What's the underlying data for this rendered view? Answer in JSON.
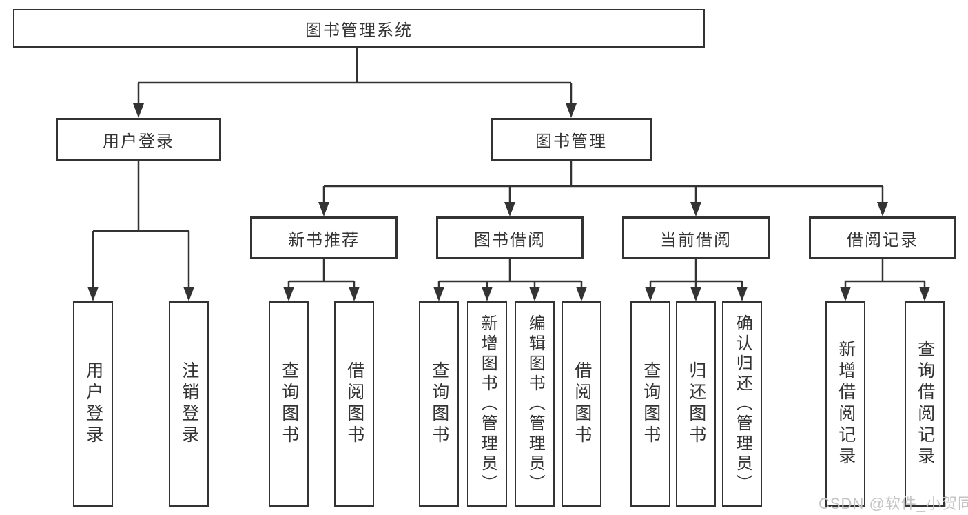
{
  "title": "图书管理系统",
  "branches": {
    "user": {
      "label": "用户登录",
      "children": [
        {
          "label": "用户登录"
        },
        {
          "label": "注销登录"
        }
      ]
    },
    "mgmt": {
      "label": "图书管理",
      "sections": [
        {
          "label": "新书推荐",
          "children": [
            {
              "label": "查询图书"
            },
            {
              "label": "借阅图书"
            }
          ]
        },
        {
          "label": "图书借阅",
          "children": [
            {
              "label": "查询图书"
            },
            {
              "label": "新增图书（管理员）"
            },
            {
              "label": "编辑图书（管理员）"
            },
            {
              "label": "借阅图书"
            }
          ]
        },
        {
          "label": "当前借阅",
          "children": [
            {
              "label": "查询图书"
            },
            {
              "label": "归还图书"
            },
            {
              "label": "确认归还（管理员）"
            }
          ]
        },
        {
          "label": "借阅记录",
          "children": [
            {
              "label": "新增借阅记录"
            },
            {
              "label": "查询借阅记录"
            }
          ]
        }
      ]
    }
  },
  "watermark": "CSDN @软件_小贺同学",
  "colors": {
    "line": "#333333",
    "text": "#333333",
    "background": "#ffffff",
    "watermark": "#c3c3c3"
  }
}
